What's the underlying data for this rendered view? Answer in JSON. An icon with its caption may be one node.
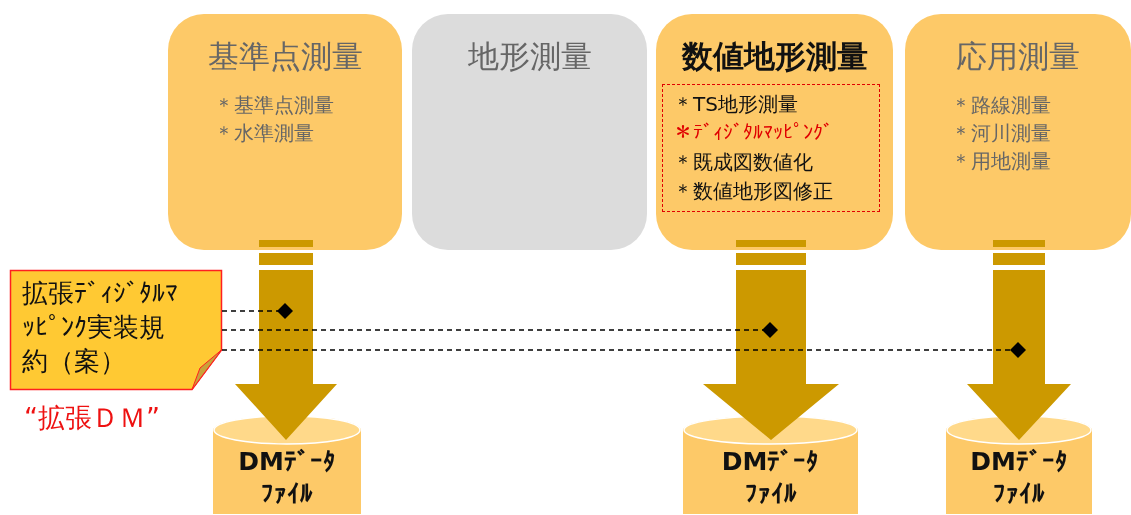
{
  "diagram": {
    "nodes": [
      {
        "text": [
          "基準点測量",
          "＊基準点測量",
          "＊水準測量"
        ]
      },
      {
        "text": [
          "地形測量"
        ]
      },
      {
        "text": [
          "数値地形測量"
        ]
      },
      {
        "text": [
          "＊TS地形測量",
          "＊ﾃﾞｨｼﾞﾀﾙﾏｯﾋﾟﾝｸﾞ",
          "＊既成図数値化",
          "＊数値地形図修正"
        ],
        "in": 2
      },
      {
        "text": [
          "応用測量",
          "＊路線測量",
          "＊河川測量",
          "＊用地測量"
        ]
      },
      {
        "text": [
          "拡張ﾃﾞｨｼﾞﾀﾙﾏｯﾋﾟﾝｸ実装規約（案）"
        ],
        "beside": [
          "“拡張ＤＭ”"
        ]
      },
      {
        "text": [
          "DMﾃﾞｰﾀﾌｧｲﾙ"
        ]
      },
      {
        "text": [
          "DMﾃﾞｰﾀﾌｧｲﾙ"
        ]
      },
      {
        "text": [
          "DMﾃﾞｰﾀﾌｧｲﾙ"
        ]
      }
    ],
    "edges": [
      {
        "from": 0,
        "to": 6,
        "arrow": "to",
        "style": "thick"
      },
      {
        "from": 2,
        "to": 7,
        "arrow": "to",
        "style": "thick"
      },
      {
        "from": 4,
        "to": 8,
        "arrow": "to",
        "style": "thick"
      },
      {
        "from": 5,
        "to": null,
        "arrow": "other",
        "style": "dashed"
      },
      {
        "from": 5,
        "to": null,
        "arrow": "other",
        "style": "dashed"
      },
      {
        "from": 5,
        "to": null,
        "arrow": "other",
        "style": "dashed"
      }
    ]
  }
}
